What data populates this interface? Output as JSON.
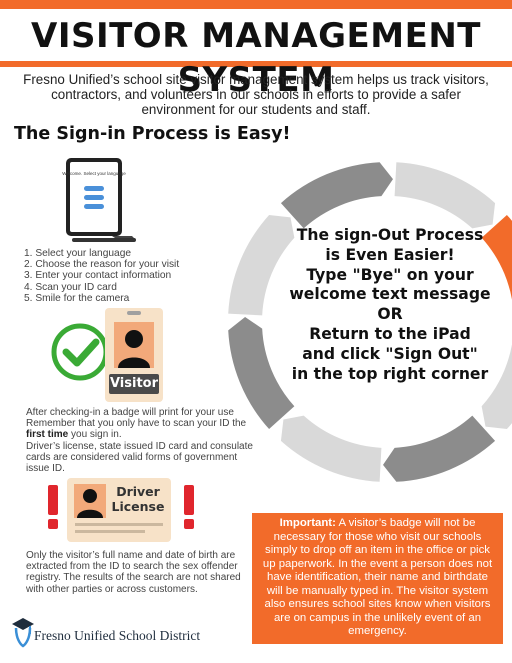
{
  "header": {
    "title": "VISITOR MANAGEMENT SYSTEM",
    "intro": "Fresno Unified’s school site visitor management system helps us track visitors, contractors, and volunteers in our schools in efforts to provide a safer environment for our students and staff."
  },
  "signin": {
    "heading": "The Sign-in Process is Easy!",
    "tablet_screen_text": "Welcome. Select your language",
    "steps": [
      "1. Select your language",
      "2. Choose the reason for your visit",
      "3. Enter your contact information",
      "4. Scan your ID card",
      "5. Smile for the camera"
    ]
  },
  "badge": {
    "label": "Visitor",
    "after_text": "After checking-in a badge will print for your use",
    "remember_pre": "Remember that you only have to scan your ID the",
    "remember_bold": "first time",
    "remember_post": "you sign in.",
    "valid_ids": "Driver’s license, state issued ID card and consulate cards are considered valid forms of government issue ID."
  },
  "license": {
    "label_line1": "Driver",
    "label_line2": "License",
    "privacy": "Only the visitor’s full name and date of birth are extracted from the ID to search the sex offender registry. The results of the search are not shared with other parties or across customers."
  },
  "signout": {
    "lines": [
      "The sign-Out Process",
      "is Even Easier!",
      "Type \"Bye\" on your",
      "welcome text message",
      "OR",
      "Return to the iPad",
      "and click \"Sign Out\"",
      "in the top right corner"
    ]
  },
  "important": {
    "label": "Important:",
    "text": "A visitor’s badge will not be necessary for those who visit our schools simply to drop off an item in the office or pick up paperwork. In the event a person does not have identification, their name and birthdate will be manually typed in. The visitor system also ensures school sites know when visitors are on campus in the unlikely event of an emergency."
  },
  "footer": {
    "logo_text": "Fresno Unified School District"
  },
  "colors": {
    "accent": "#f26b2a",
    "cycle_gray_light": "#d9d9d9",
    "cycle_gray_dark": "#8c8c8c",
    "check_green": "#3aaa35",
    "alert_red": "#e0262d"
  }
}
